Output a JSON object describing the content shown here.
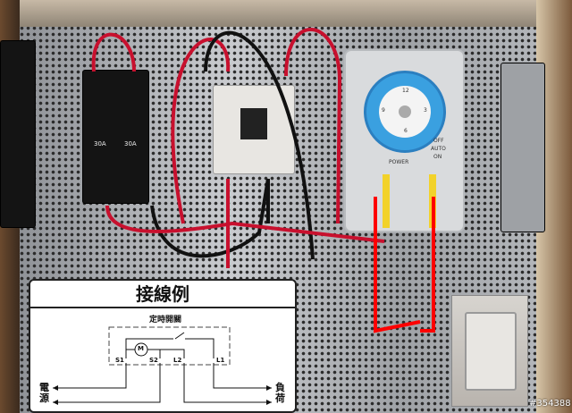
{
  "breaker": {
    "left_rating": "30A",
    "right_rating": "30A"
  },
  "timer": {
    "power_label": "POWER",
    "mode_off": "OFF",
    "mode_auto": "AUTO",
    "mode_on": "ON",
    "dial_numbers": [
      "12",
      "3",
      "6",
      "9"
    ]
  },
  "diagram": {
    "title": "接線例",
    "box_label": "定時開關",
    "motor_label": "M",
    "terminals": [
      "S1",
      "S2",
      "L2",
      "L1"
    ],
    "left_label": "電源",
    "right_label": "負荷"
  },
  "watermark": "#354388",
  "colors": {
    "wire_red": "#c8102e",
    "wire_black": "#111111",
    "wire_yellow": "#f2d22a",
    "dial_blue": "#3aa0e0",
    "annotation_red": "#ff0000"
  }
}
